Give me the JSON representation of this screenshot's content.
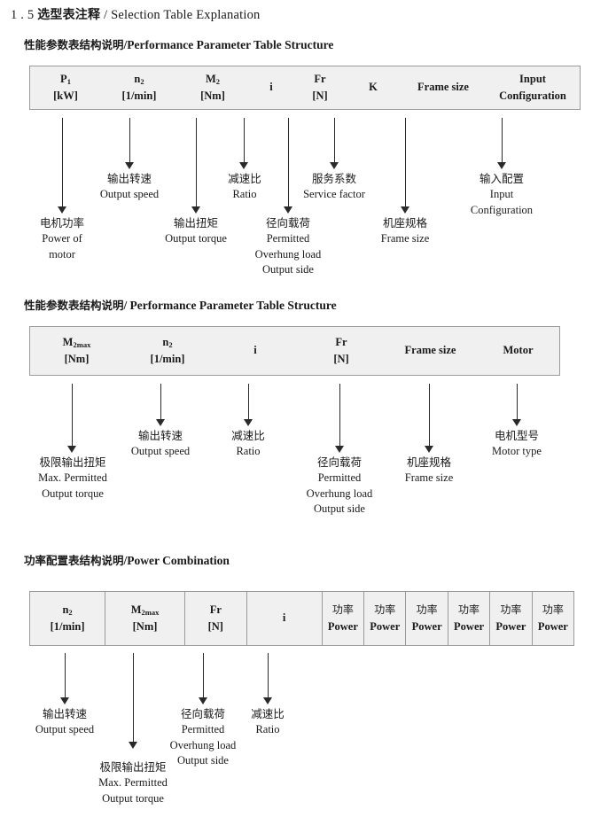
{
  "document": {
    "title_number": "1 . 5",
    "title_cn": "选型表注释",
    "title_sep": "/",
    "title_en": "Selection Table Explanation"
  },
  "sections": [
    {
      "heading_cn": "性能参数表结构说明",
      "heading_sep": "/",
      "heading_en": "Performance Parameter Table Structure",
      "table": {
        "columns": [
          {
            "symbol": "P",
            "sub": "1",
            "unit": "[kW]"
          },
          {
            "symbol": "n",
            "sub": "2",
            "unit": "[1/min]"
          },
          {
            "symbol": "M",
            "sub": "2",
            "unit": "[Nm]"
          },
          {
            "symbol": "i",
            "sub": "",
            "unit": ""
          },
          {
            "symbol": "Fr",
            "sub": "",
            "unit": "[N]"
          },
          {
            "symbol": "K",
            "sub": "",
            "unit": ""
          },
          {
            "symbol": "Frame size",
            "sub": "",
            "unit": ""
          },
          {
            "symbol": "Input",
            "sub": "",
            "unit": "Configuration"
          }
        ]
      },
      "notes": [
        {
          "cn": "电机功率",
          "en1": "Power of",
          "en2": "motor",
          "en3": ""
        },
        {
          "cn": "输出转速",
          "en1": "Output speed",
          "en2": "",
          "en3": ""
        },
        {
          "cn": "输出扭矩",
          "en1": "Output torque",
          "en2": "",
          "en3": ""
        },
        {
          "cn": "减速比",
          "en1": "Ratio",
          "en2": "",
          "en3": ""
        },
        {
          "cn": "径向载荷",
          "en1": "Permitted",
          "en2": "Overhung load",
          "en3": "Output side"
        },
        {
          "cn": "服务系数",
          "en1": "Service factor",
          "en2": "",
          "en3": ""
        },
        {
          "cn": "机座规格",
          "en1": "Frame size",
          "en2": "",
          "en3": ""
        },
        {
          "cn": "输入配置",
          "en1": "Input",
          "en2": "Configuration",
          "en3": ""
        }
      ]
    },
    {
      "heading_cn": "性能参数表结构说明",
      "heading_sep": "/",
      "heading_en": "Performance Parameter Table Structure",
      "table": {
        "columns": [
          {
            "symbol": "M",
            "sub": "2max",
            "unit": "[Nm]"
          },
          {
            "symbol": "n",
            "sub": "2",
            "unit": "[1/min]"
          },
          {
            "symbol": "i",
            "sub": "",
            "unit": ""
          },
          {
            "symbol": "Fr",
            "sub": "",
            "unit": "[N]"
          },
          {
            "symbol": "Frame size",
            "sub": "",
            "unit": ""
          },
          {
            "symbol": "Motor",
            "sub": "",
            "unit": ""
          }
        ]
      },
      "notes": [
        {
          "cn": "极限输出扭矩",
          "en1": "Max. Permitted",
          "en2": "Output  torque",
          "en3": ""
        },
        {
          "cn": "输出转速",
          "en1": "Output speed",
          "en2": "",
          "en3": ""
        },
        {
          "cn": "减速比",
          "en1": "Ratio",
          "en2": "",
          "en3": ""
        },
        {
          "cn": "径向载荷",
          "en1": "Permitted",
          "en2": "Overhung load",
          "en3": "Output side"
        },
        {
          "cn": "机座规格",
          "en1": "Frame size",
          "en2": "",
          "en3": ""
        },
        {
          "cn": "电机型号",
          "en1": "Motor type",
          "en2": "",
          "en3": ""
        }
      ]
    },
    {
      "heading_cn": "功率配置表结构说明",
      "heading_sep": "/",
      "heading_en": "Power Combination",
      "table": {
        "columns": [
          {
            "symbol": "n",
            "sub": "2",
            "unit": "[1/min]"
          },
          {
            "symbol": "M",
            "sub": "2max",
            "unit": "[Nm]"
          },
          {
            "symbol": "Fr",
            "sub": "",
            "unit": "[N]"
          },
          {
            "symbol": "i",
            "sub": "",
            "unit": ""
          },
          {
            "symbol": "功率",
            "sub": "",
            "unit": "Power"
          },
          {
            "symbol": "功率",
            "sub": "",
            "unit": "Power"
          },
          {
            "symbol": "功率",
            "sub": "",
            "unit": "Power"
          },
          {
            "symbol": "功率",
            "sub": "",
            "unit": "Power"
          },
          {
            "symbol": "功率",
            "sub": "",
            "unit": "Power"
          },
          {
            "symbol": "功率",
            "sub": "",
            "unit": "Power"
          }
        ]
      },
      "notes": [
        {
          "cn": "输出转速",
          "en1": "Output speed",
          "en2": "",
          "en3": ""
        },
        {
          "cn": "极限输出扭矩",
          "en1": "Max. Permitted",
          "en2": "Output  torque",
          "en3": ""
        },
        {
          "cn": "径向载荷",
          "en1": "Permitted",
          "en2": "Overhung load",
          "en3": "Output side"
        },
        {
          "cn": "减速比",
          "en1": "Ratio",
          "en2": "",
          "en3": ""
        }
      ]
    }
  ],
  "colors": {
    "table_fill": "#f0f0f0",
    "table_border": "#9a9a9a",
    "arrow": "#2a2a2a",
    "text": "#1a1a1a",
    "page": "#ffffff"
  }
}
